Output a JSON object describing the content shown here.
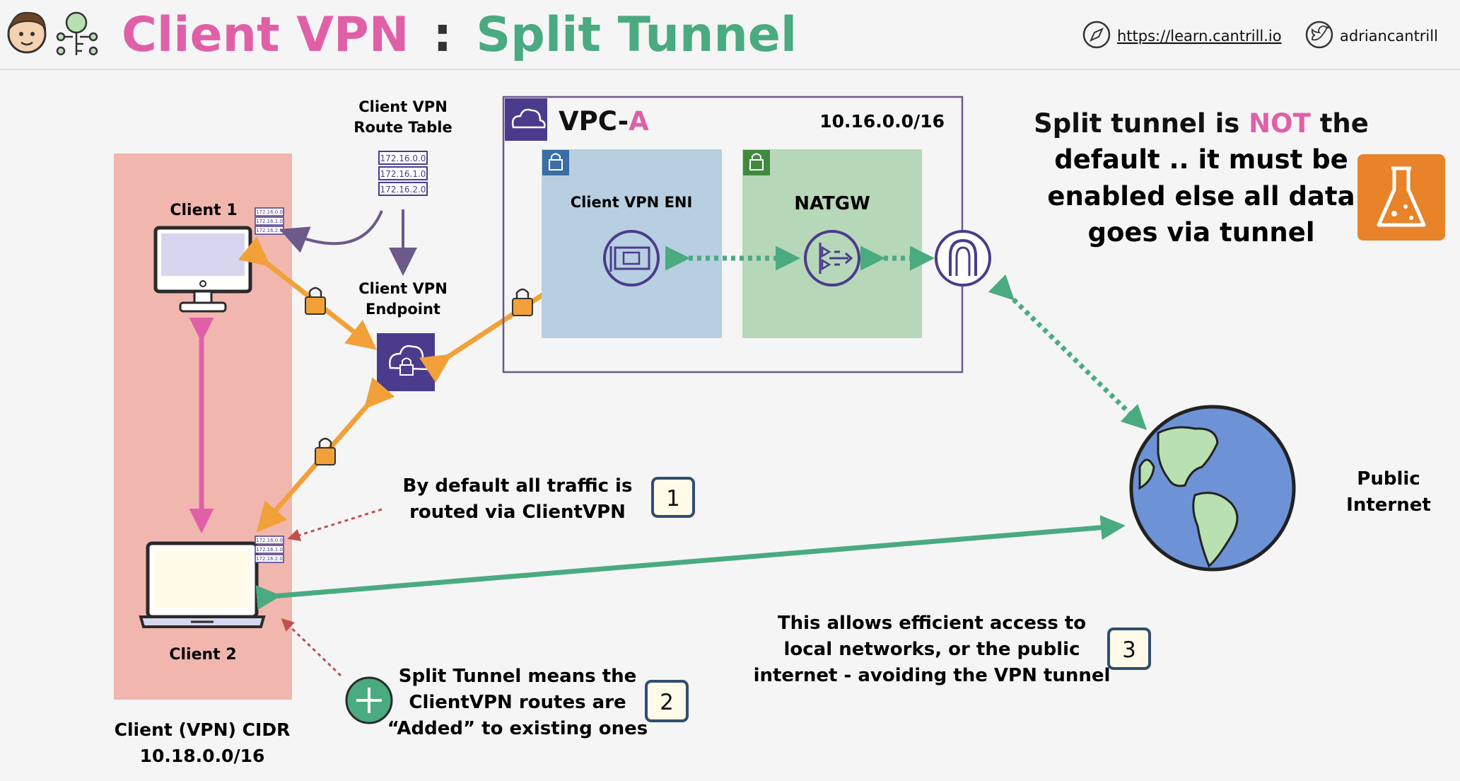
{
  "header": {
    "title_part1": "Client VPN",
    "title_sep": ":",
    "title_part2": "Split Tunnel",
    "url": "https://learn.cantrill.io",
    "twitter": "adriancantrill"
  },
  "colors": {
    "pink": "#e060a8",
    "orange": "#f2a03a",
    "green": "#4aaa80",
    "purple": "#4b3b8c",
    "client_zone": "#f1b7ae",
    "eni_subnet": "#b7cfe0",
    "nat_subnet": "#b6d7b8"
  },
  "route_table": {
    "title_line1": "Client VPN",
    "title_line2": "Route Table",
    "routes": [
      "172.16.0.0",
      "172.16.1.0",
      "172.16.2.0"
    ]
  },
  "endpoint": {
    "line1": "Client VPN",
    "line2": "Endpoint"
  },
  "vpc": {
    "name_prefix": "VPC-",
    "name_suffix": "A",
    "cidr": "10.16.0.0/16"
  },
  "eni": {
    "label": "Client VPN ENI"
  },
  "natgw": {
    "label": "NATGW"
  },
  "clients": {
    "client1": "Client 1",
    "client2": "Client 2",
    "cidr_line1": "Client (VPN) CIDR",
    "cidr_line2": "10.18.0.0/16",
    "mini_routes": [
      "172.16.0.0",
      "172.16.1.0",
      "172.16.2.0"
    ]
  },
  "notes": {
    "note1_line1": "By default all traffic is",
    "note1_line2": "routed via ClientVPN",
    "note1_num": "1",
    "note2_line1": "Split Tunnel means the",
    "note2_line2": "ClientVPN routes are",
    "note2_line3": "“Added” to existing ones",
    "note2_num": "2",
    "note3_line1": "This allows efficient access to",
    "note3_line2": "local networks, or the public",
    "note3_line3": "internet - avoiding the VPN tunnel",
    "note3_num": "3"
  },
  "callout": {
    "line1_a": "Split tunnel is ",
    "line1_b": "NOT",
    "line1_c": " the",
    "line2": "default .. it must be",
    "line3": "enabled else all data",
    "line4": "goes via tunnel"
  },
  "internet": {
    "line1": "Public",
    "line2": "Internet"
  }
}
